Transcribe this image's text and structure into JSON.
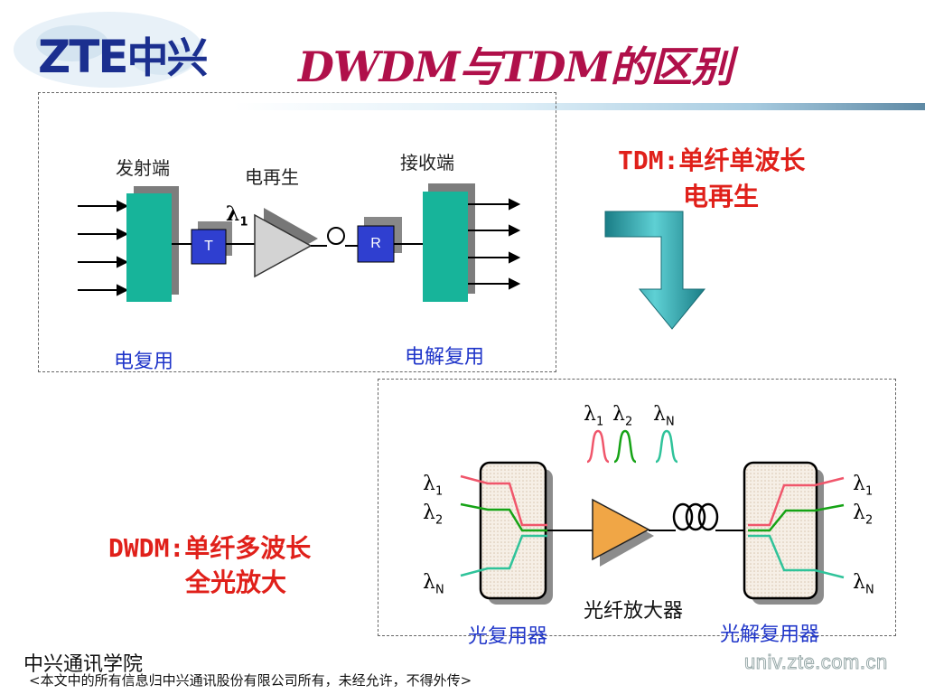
{
  "logo": {
    "text_latin": "ZTE",
    "text_cn": "中兴"
  },
  "title": "DWDM与TDM的区别",
  "tdm_diagram": {
    "transmitter_label": "发射端",
    "regenerator_label": "电再生",
    "receiver_label": "接收端",
    "lambda_label": "λ",
    "lambda_sub": "1",
    "t_box": "T",
    "r_box": "R",
    "mux_label": "电复用",
    "demux_label": "电解复用"
  },
  "tdm_note": {
    "line1": "TDM:单纤单波长",
    "line2": "电再生"
  },
  "dwdm_note": {
    "line1": "DWDM:单纤多波长",
    "line2": "全光放大"
  },
  "dwdm_diagram": {
    "top_lambdas": [
      {
        "base": "λ",
        "sub": "1"
      },
      {
        "base": "λ",
        "sub": "2"
      },
      {
        "base": "λ",
        "sub": "N"
      }
    ],
    "input_lambdas": [
      {
        "base": "λ",
        "sub": "1"
      },
      {
        "base": "λ",
        "sub": "2"
      },
      {
        "base": "λ",
        "sub": "N"
      }
    ],
    "output_lambdas": [
      {
        "base": "λ",
        "sub": "1"
      },
      {
        "base": "λ",
        "sub": "2"
      },
      {
        "base": "λ",
        "sub": "N"
      }
    ],
    "amplifier_label": "光纤放大器",
    "mux_label": "光复用器",
    "demux_label": "光解复用器"
  },
  "colors": {
    "title": "#b0104a",
    "teal_block": "#17b49a",
    "blue_box": "#2f3fd0",
    "wave1": "#f0566b",
    "wave2": "#16a316",
    "wave3": "#2fc39a",
    "arrow": "#1e8f98",
    "amplifier": "#f0a646"
  },
  "footer": {
    "school": "中兴通讯学院",
    "copyright": "<本文中的所有信息归中兴通讯股份有限公司所有，未经允许，不得外传>",
    "url": "univ.zte.com.cn"
  }
}
